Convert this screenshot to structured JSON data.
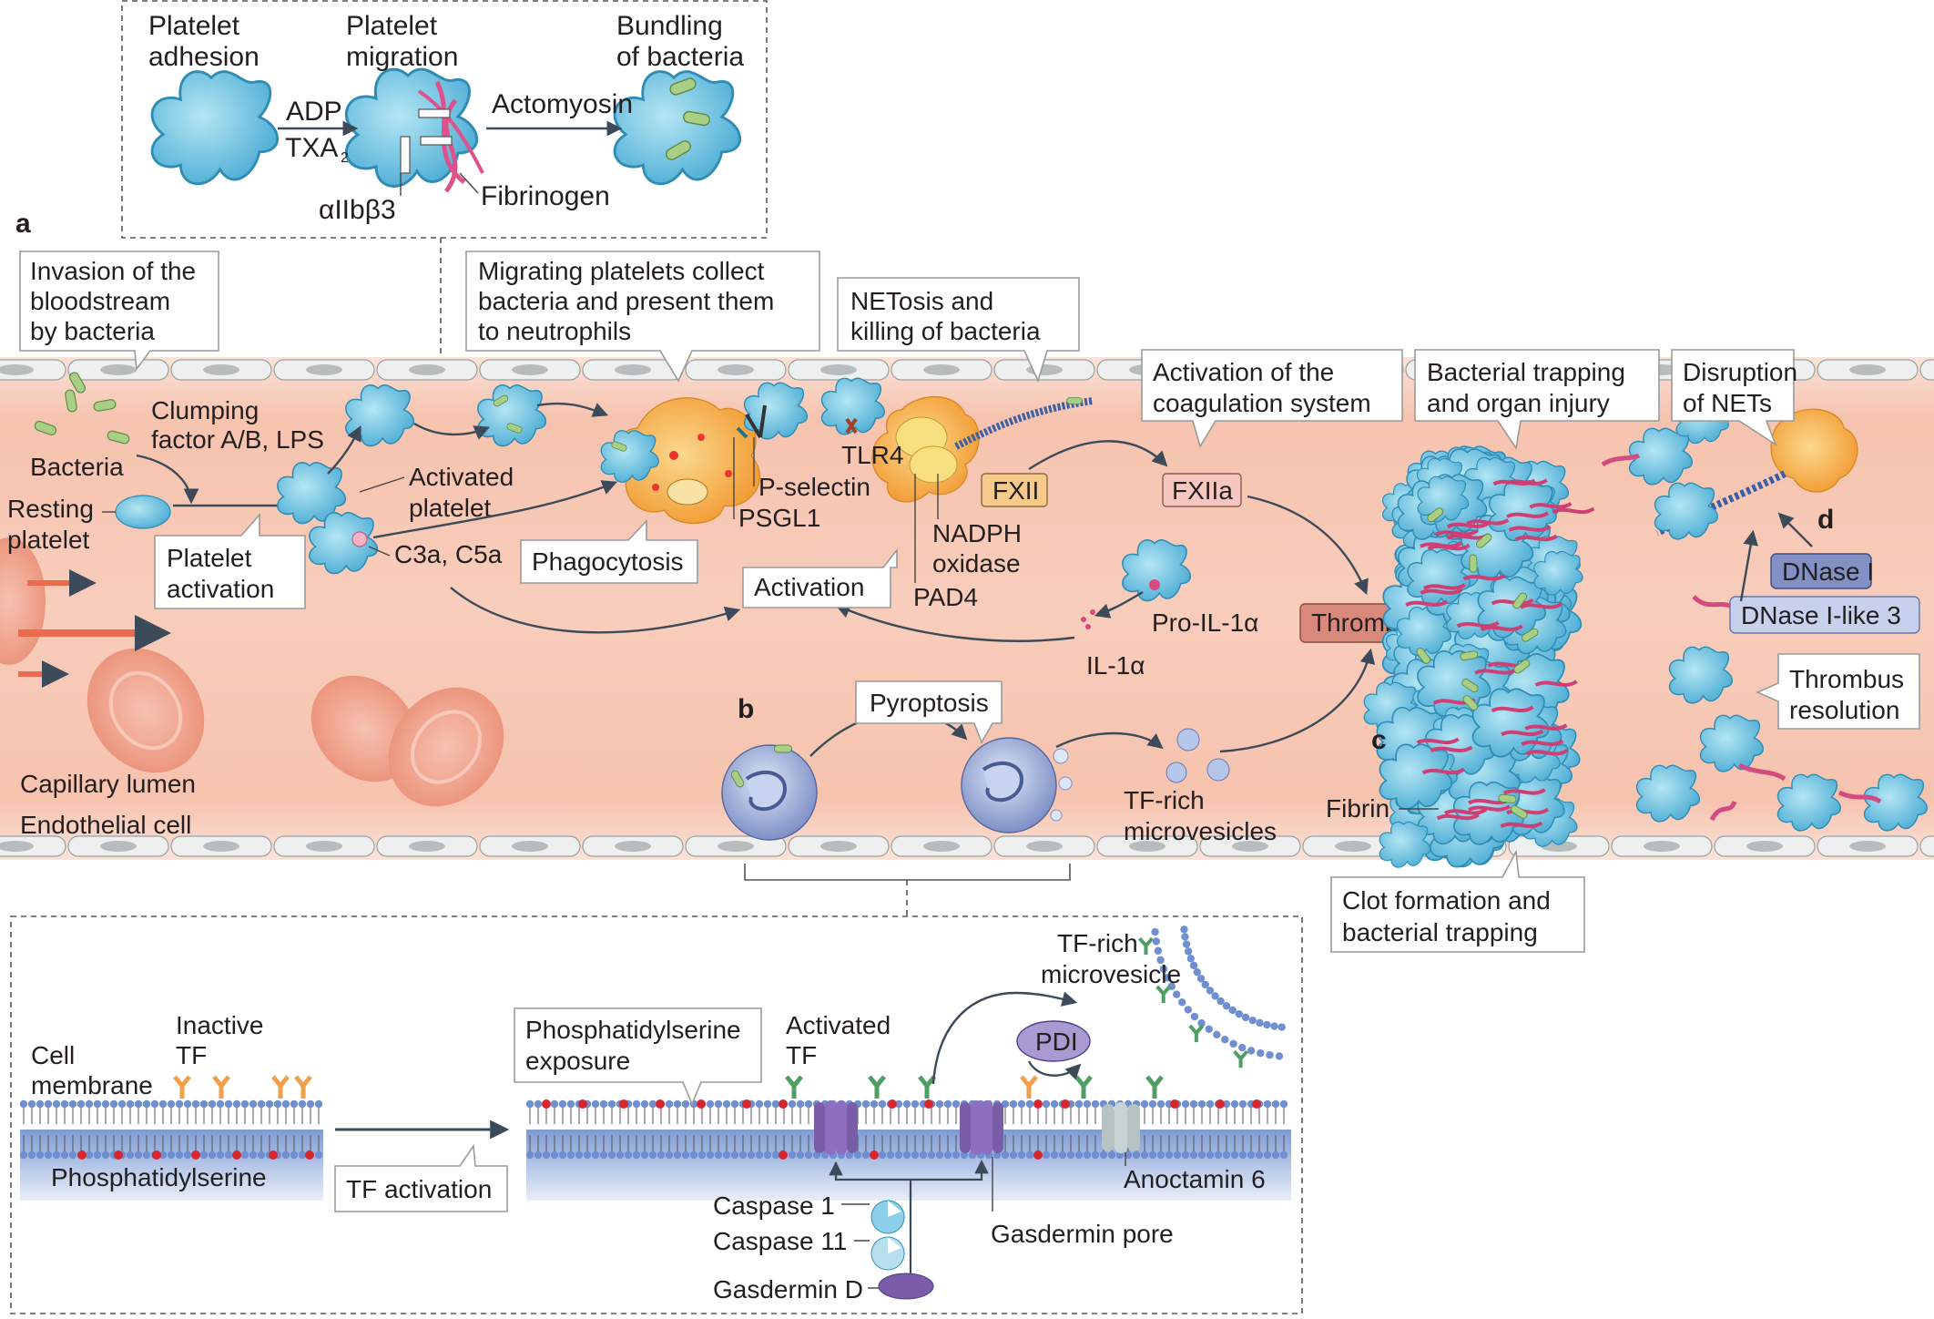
{
  "panels": {
    "a": "a",
    "b": "b",
    "c": "c",
    "d": "d"
  },
  "top_inset": {
    "platelet_adhesion": [
      "Platelet",
      "adhesion"
    ],
    "platelet_migration": [
      "Platelet",
      "migration"
    ],
    "bundling": [
      "Bundling",
      "of bacteria"
    ],
    "adp": "ADP",
    "txa2": "TXA",
    "txa2_sub": "2",
    "actomyosin": "Actomyosin",
    "fibrinogen": "Fibrinogen",
    "integrin": "αIIbβ3"
  },
  "callouts": {
    "invasion": [
      "Invasion of the",
      "bloodstream",
      "by bacteria"
    ],
    "migrating": [
      "Migrating platelets collect",
      "bacteria and  present them",
      "to neutrophils"
    ],
    "netosis": [
      "NETosis and",
      "killing of bacteria"
    ],
    "coag": [
      "Activation of the",
      "coagulation system"
    ],
    "trapping": [
      "Bacterial trapping",
      "and organ injury"
    ],
    "disruption": [
      "Disruption",
      "of NETs"
    ],
    "platelet_activation": [
      "Platelet",
      "activation"
    ],
    "phagocytosis": "Phagocytosis",
    "activation": "Activation",
    "pyroptosis": "Pyroptosis",
    "thrombus_resolution": [
      "Thrombus",
      "resolution"
    ],
    "clot": [
      "Clot formation and",
      "bacterial trapping"
    ],
    "tf_activation": "TF activation"
  },
  "vessel_labels": {
    "clumping": [
      "Clumping",
      "factor A/B, LPS"
    ],
    "bacteria": "Bacteria",
    "resting": [
      "Resting",
      "platelet"
    ],
    "activated": [
      "Activated",
      "platelet"
    ],
    "c3a": "C3a, C5a",
    "pselectin": "P-selectin",
    "psgl1": "PSGL1",
    "tlr4": "TLR4",
    "nadph": [
      "NADPH",
      "oxidase"
    ],
    "pad4": "PAD4",
    "fxii": "FXII",
    "fxiia": "FXIIa",
    "thrombin": "Thrombin",
    "prointerleukin": "Pro-IL-1α",
    "il1a": "IL-1α",
    "tf_microvesicles": [
      "TF-rich",
      "microvesicles"
    ],
    "capillary_lumen": "Capillary lumen",
    "endothelial_cell": "Endothelial cell",
    "fibrin": "Fibrin",
    "dnase1": "DNase I",
    "dnase1l3": "DNase I-like 3"
  },
  "bottom_inset": {
    "cell_membrane": [
      "Cell",
      "membrane"
    ],
    "inactive_tf": [
      "Inactive",
      "TF"
    ],
    "phosphatidylserine": "Phosphatidylserine",
    "ps_exposure": [
      "Phosphatidylserine",
      "exposure"
    ],
    "activated_tf": [
      "Activated",
      "TF"
    ],
    "tf_microvesicle": [
      "TF-rich",
      "microvesicle"
    ],
    "pdi": "PDI",
    "caspase1": "Caspase 1",
    "caspase11": "Caspase 11",
    "gasdermin_d": "Gasdermin D",
    "gasdermin_pore": "Gasdermin pore",
    "anoctamin": "Anoctamin 6"
  },
  "colors": {
    "vessel": "#f6c7b4",
    "vessel_edge": "#f9ddd0",
    "platelet": "#6cc6e3",
    "platelet_dark": "#3f9fc4",
    "rbc": "#f2a48e",
    "bacteria": "#9cc57a",
    "fibrin": "#cf3f74",
    "neutrophil": "#f7b84a",
    "thrombin_box": "#d9897c",
    "fxiia_box": "#f6c7bf",
    "fxii_box": "#f7c98a",
    "dnase1_box": "#8290c4",
    "dnase_l3_box": "#c7d0ec",
    "membrane": "#5b7ec1",
    "pdi_box": "#a99ad2",
    "tf_orange": "#f0a04b",
    "tf_green": "#4f9e63"
  }
}
